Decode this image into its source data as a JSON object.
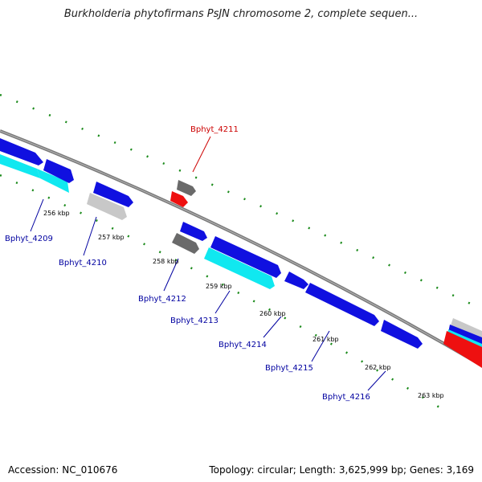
{
  "title": "Burkholderia phytofirmans PsJN chromosome 2, complete sequen...",
  "footer": {
    "accession": "Accession: NC_010676",
    "summary": "Topology: circular; Length: 3,625,999 bp; Genes: 3,169"
  },
  "colors": {
    "backbone": "#8a8a8a",
    "blue": "#1010e0",
    "cyan": "#10e8f0",
    "gray": "#6a6a6a",
    "light_gray": "#c8c8c8",
    "red": "#ee1010",
    "tick_green": "#1a8a1a",
    "label_blue": "#0000a0",
    "label_red": "#cc0000"
  },
  "ticks": [
    {
      "label": "256 kbp"
    },
    {
      "label": "257 kbp"
    },
    {
      "label": "258 kbp"
    },
    {
      "label": "259 kbp"
    },
    {
      "label": "260 kbp"
    },
    {
      "label": "261 kbp"
    },
    {
      "label": "262 kbp"
    },
    {
      "label": "263 kbp"
    }
  ],
  "gene_labels": [
    {
      "name": "Bphyt_4209",
      "color": "blue"
    },
    {
      "name": "Bphyt_4210",
      "color": "blue"
    },
    {
      "name": "Bphyt_4211",
      "color": "red"
    },
    {
      "name": "Bphyt_4212",
      "color": "blue"
    },
    {
      "name": "Bphyt_4213",
      "color": "blue"
    },
    {
      "name": "Bphyt_4214",
      "color": "blue"
    },
    {
      "name": "Bphyt_4215",
      "color": "blue"
    },
    {
      "name": "Bphyt_4216",
      "color": "blue"
    }
  ]
}
